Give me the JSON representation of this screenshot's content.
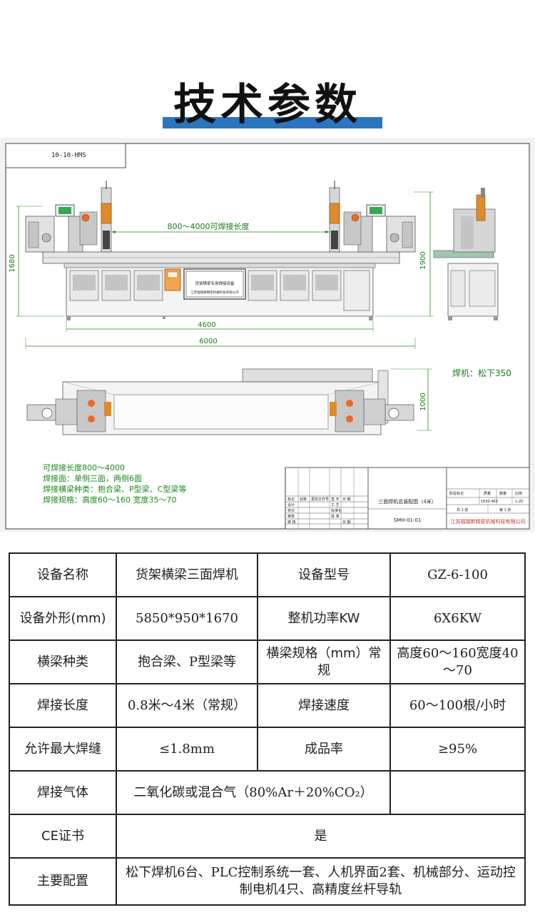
{
  "page": {
    "title": "技术参数"
  },
  "drawing": {
    "code_box": "10-10-HMS",
    "label_span": "800～4000可焊接长度",
    "dim_1680": "1680",
    "dim_1900": "1900",
    "dim_4600": "4600",
    "dim_6000": "6000",
    "dim_1000": "1000",
    "panel_sign_top": "货架横梁专用焊接设备",
    "panel_sign_bottom": "江苏福瑞斯精密机械科技有限公司",
    "welder_note": "焊机：松下350",
    "notes": [
      "可焊接长度800～4000",
      "焊接面：单侧三面，两侧6面",
      "焊接横梁种类：抱合梁、P型梁、C型梁等",
      "焊接规格：高度60～160 宽度35～70"
    ],
    "title_block": {
      "rev_headers": [
        "标记",
        "处数",
        "更改文件号",
        "签 字",
        "日 期"
      ],
      "rows_left": [
        "设计",
        "校对",
        "审核",
        "审 核"
      ],
      "rows_mid": [
        "工 艺",
        "标准化",
        "批 准",
        "日 期"
      ],
      "drawing_name": "三面焊机总装配图（4米）",
      "drawing_no": "SMH-01-01",
      "stage_headers": [
        "阶段标记",
        "质量",
        "数量",
        "比例"
      ],
      "weight": "1630.463",
      "scale": "1:20",
      "sheet_total": "共 1 张",
      "sheet_no": "第 1 张",
      "company": "江苏福瑞斯精密机械科技有限公司"
    }
  },
  "spec_table": {
    "rows": [
      {
        "l1": "设备名称",
        "v1": "货架横梁三面焊机",
        "l2": "设备型号",
        "v2": "GZ-6-100"
      },
      {
        "l1": "设备外形(mm)",
        "v1": "5850*950*1670",
        "l2": "整机功率KW",
        "v2": "6X6KW"
      },
      {
        "l1": "横梁种类",
        "v1": "抱合梁、P型梁等",
        "l2": "横梁规格（mm）常规",
        "v2": "高度60～160宽度40～70"
      },
      {
        "l1": "焊接长度",
        "v1": "0.8米～4米（常规）",
        "l2": "焊接速度",
        "v2": "60～100根/小时"
      },
      {
        "l1": "允许最大焊缝",
        "v1": "≤1.8mm",
        "l2": "成品率",
        "v2": "≥95%"
      }
    ],
    "gas_label": "焊接气体",
    "gas_value": "二氧化碳或混合气（80%Ar＋20%CO₂）",
    "ce_label": "CE证书",
    "ce_value": "是",
    "config_label": "主要配置",
    "config_value": "松下焊机6台、PLC控制系统一套、人机界面2套、机械部分、运动控制电机4只、高精度丝杆导轨"
  },
  "colors": {
    "accent": "#2b74be",
    "dim_line": "#2a8a2a",
    "note_green": "#1d8a1d",
    "company_red": "#c0392b",
    "frame_blue": "#3e78b8"
  }
}
